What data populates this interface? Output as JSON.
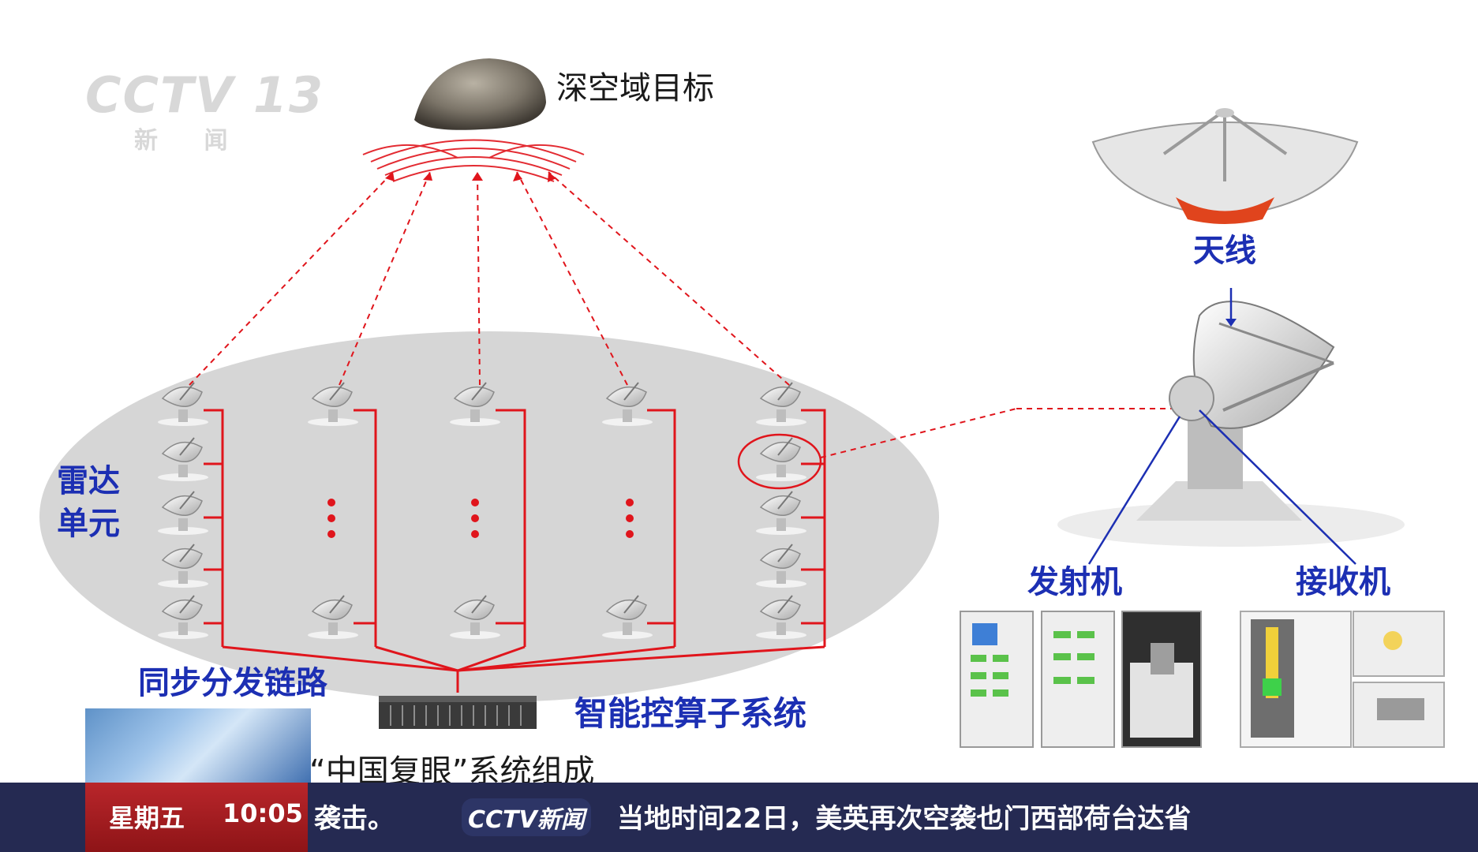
{
  "watermark": {
    "channel": "CCTV 13",
    "sub": "新 闻"
  },
  "target": {
    "label": "深空域目标"
  },
  "array": {
    "radar_unit_label_line1": "雷达",
    "radar_unit_label_line2": "单元",
    "sync_link_label": "同步分发链路",
    "compute_label": "智能控算子系统"
  },
  "detail": {
    "antenna_label": "天线",
    "transmitter_label": "发射机",
    "receiver_label": "接收机"
  },
  "caption": {
    "text": "“中国复眼”系统组成"
  },
  "ticker": {
    "day": "星期五",
    "time": "10:05",
    "prev_fragment": "袭击。",
    "logo": "CCTV新闻",
    "headline": "当地时间22日，美英再次空袭也门西部荷台达省"
  },
  "colors": {
    "link_red": "#e0151c",
    "label_blue": "#1c2fb3",
    "ellipse_gray": "#d6d6d6",
    "ticker_navy": "#252a52",
    "ticker_red": "#b9262b"
  }
}
